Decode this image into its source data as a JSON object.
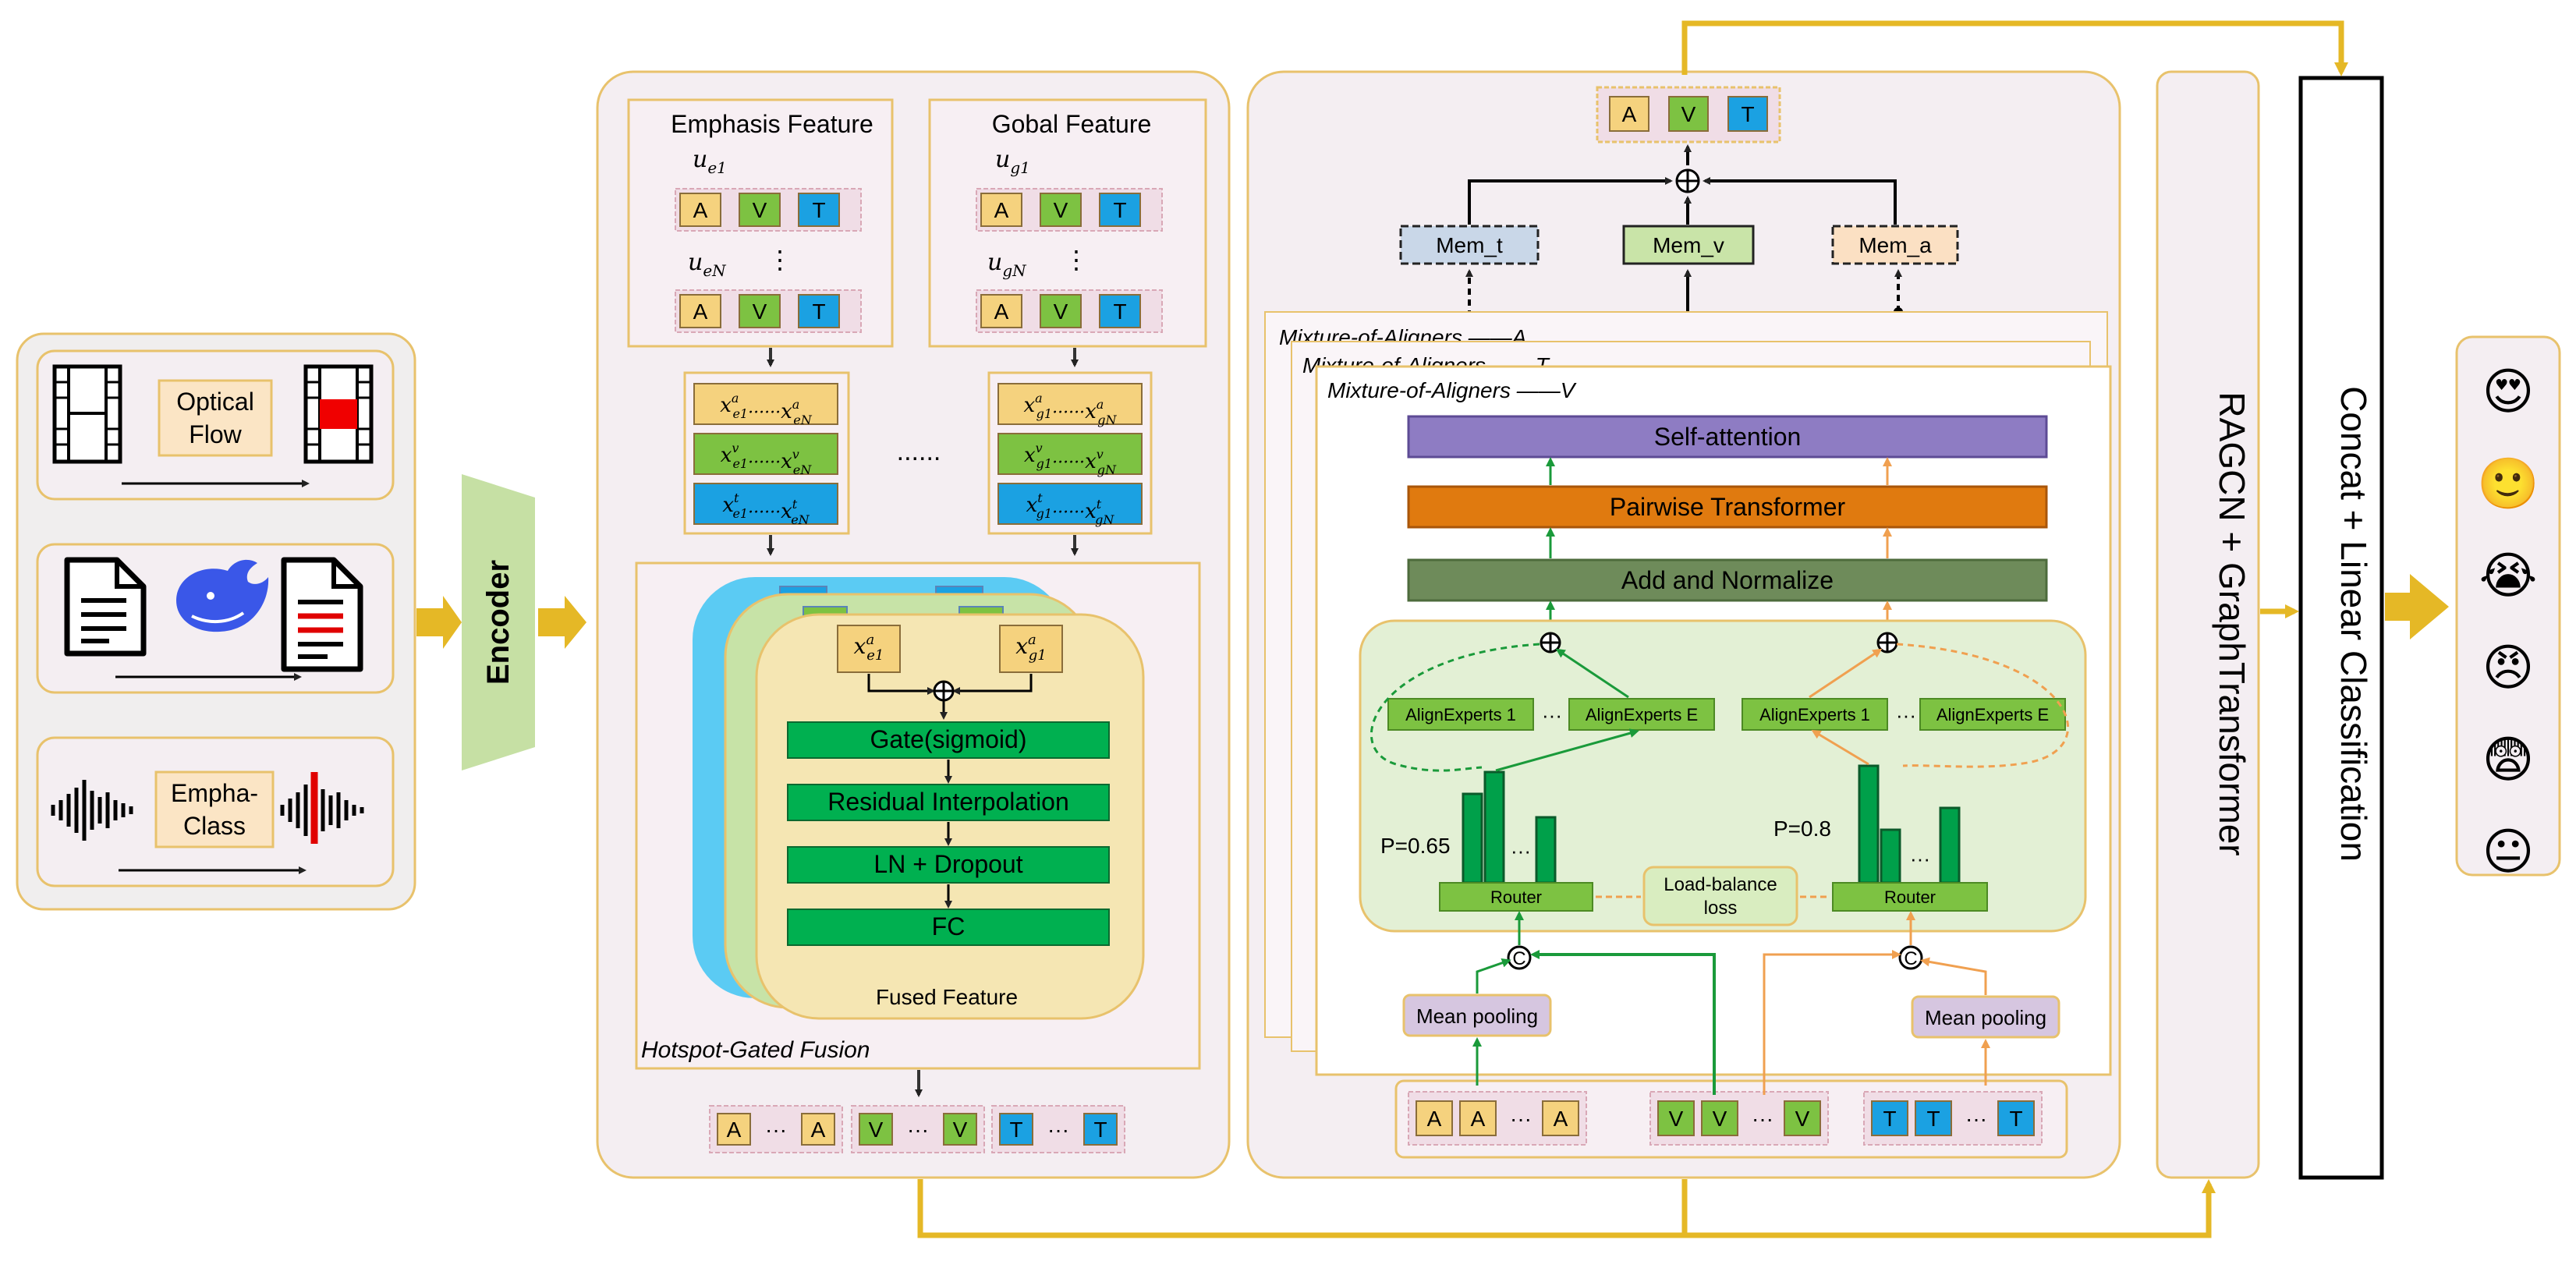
{
  "input_panel": {
    "video_caption": [
      "Optical",
      "Flow"
    ],
    "audio_caption": [
      "Empha-",
      "Class"
    ]
  },
  "encoder_label": "Encoder",
  "fusion": {
    "emphasis_title": "Emphasis Feature",
    "global_title": "Gobal Feature",
    "emphasis_u": [
      {
        "base": "u",
        "sub": "e1"
      },
      {
        "base": "u",
        "sub": "eN"
      }
    ],
    "global_u": [
      {
        "base": "u",
        "sub": "g1"
      },
      {
        "base": "u",
        "sub": "gN"
      }
    ],
    "vdots": "⋮",
    "token_labels": [
      "A",
      "V",
      "T"
    ],
    "between_dots": "......",
    "emphasis_seq": [
      {
        "a": {
          "base": "x",
          "sup": "a",
          "sub": "e1"
        },
        "b": {
          "base": "x",
          "sup": "a",
          "sub": "eN"
        }
      },
      {
        "a": {
          "base": "x",
          "sup": "v",
          "sub": "e1"
        },
        "b": {
          "base": "x",
          "sup": "v",
          "sub": "eN"
        }
      },
      {
        "a": {
          "base": "x",
          "sup": "t",
          "sub": "e1"
        },
        "b": {
          "base": "x",
          "sup": "t",
          "sub": "eN"
        }
      }
    ],
    "global_seq": [
      {
        "a": {
          "base": "x",
          "sup": "a",
          "sub": "g1"
        },
        "b": {
          "base": "x",
          "sup": "a",
          "sub": "gN"
        }
      },
      {
        "a": {
          "base": "x",
          "sup": "v",
          "sub": "g1"
        },
        "b": {
          "base": "x",
          "sup": "v",
          "sub": "gN"
        }
      },
      {
        "a": {
          "base": "x",
          "sup": "t",
          "sub": "g1"
        },
        "b": {
          "base": "x",
          "sup": "t",
          "sub": "gN"
        }
      }
    ],
    "seq_dots": "······",
    "gate_inputs": [
      {
        "base": "x",
        "sup": "a",
        "sub": "e1"
      },
      {
        "base": "x",
        "sup": "a",
        "sub": "g1"
      }
    ],
    "gate_steps": [
      "Gate(sigmoid)",
      "Residual Interpolation",
      "LN + Dropout",
      "FC"
    ],
    "fused_label": "Fused Feature",
    "block_caption": "Hotspot-Gated Fusion",
    "output_tokens": [
      [
        "A",
        "A"
      ],
      [
        "V",
        "V"
      ],
      [
        "T",
        "T"
      ]
    ],
    "ellipsis": "···"
  },
  "moa": {
    "top_tokens": [
      "A",
      "V",
      "T"
    ],
    "oplus": "⊕",
    "mem": [
      "Mem_t",
      "Mem_v",
      "Mem_a"
    ],
    "layer_titles": [
      "Mixture-of-Aligners ——A",
      "Mixture-of-Aligners ——T",
      "Mixture-of-Aligners ——V"
    ],
    "bars": [
      "Self-attention",
      "Pairwise Transformer",
      "Add and Normalize"
    ],
    "experts_left": [
      "AlignExperts 1",
      "AlignExperts E"
    ],
    "experts_right": [
      "AlignExperts 1",
      "AlignExperts E"
    ],
    "p_left": "P=0.65",
    "p_right": "P=0.8",
    "router_label": "Router",
    "load_balance": [
      "Load-balance",
      "loss"
    ],
    "concat_symbol": "C",
    "mean_pool": "Mean pooling",
    "bottom_tokens": [
      [
        "A",
        "A",
        "A"
      ],
      [
        "V",
        "V",
        "V"
      ],
      [
        "T",
        "T",
        "T"
      ]
    ],
    "ellipsis": "···"
  },
  "ragcn_label": "RAGCN + GraphTransformer",
  "concat_label": "Concat + Linear Classification",
  "emotions": [
    "😍",
    "🙂",
    "😭",
    "😠",
    "😨",
    "😐"
  ],
  "colors": {
    "gold": "#E5B826",
    "tokenA": "#F5D27E",
    "tokenV": "#7DC242",
    "tokenT": "#1BA1E2",
    "green": "#00B050",
    "purple": "#8E7CC3",
    "orange": "#E07A0F",
    "olive": "#6E8B5A",
    "panel": "#F4EEF2",
    "edge": "#E8C26C"
  }
}
